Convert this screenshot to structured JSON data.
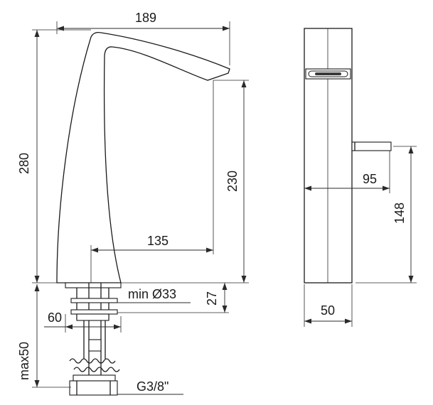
{
  "labels": {
    "width_189": "189",
    "height_280": "280",
    "spout_height_230": "230",
    "reach_135": "135",
    "hole_diameter": "min Ø33",
    "base_27": "27",
    "width_60": "60",
    "max_thickness": "max50",
    "connection": "G3/8\"",
    "handle_reach_95": "95",
    "handle_height_148": "148",
    "depth_50": "50"
  }
}
